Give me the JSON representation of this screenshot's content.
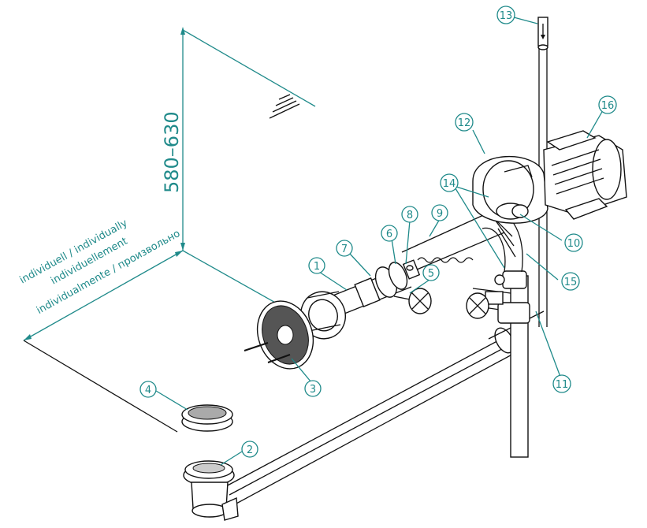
{
  "dimension": {
    "height_label": "580–630",
    "width_labels": [
      "individuell / individually",
      "individuellement",
      "individualmente / произвольно"
    ]
  },
  "callouts": [
    {
      "id": "1",
      "label": "1"
    },
    {
      "id": "2",
      "label": "2"
    },
    {
      "id": "3",
      "label": "3"
    },
    {
      "id": "4",
      "label": "4"
    },
    {
      "id": "5",
      "label": "5"
    },
    {
      "id": "6",
      "label": "6"
    },
    {
      "id": "7",
      "label": "7"
    },
    {
      "id": "8",
      "label": "8"
    },
    {
      "id": "9",
      "label": "9"
    },
    {
      "id": "10",
      "label": "10"
    },
    {
      "id": "11",
      "label": "11"
    },
    {
      "id": "12",
      "label": "12"
    },
    {
      "id": "13",
      "label": "13"
    },
    {
      "id": "14",
      "label": "14"
    },
    {
      "id": "15",
      "label": "15"
    },
    {
      "id": "16",
      "label": "16"
    }
  ],
  "colors": {
    "accent": "#1f8a8a",
    "line": "#111111"
  }
}
